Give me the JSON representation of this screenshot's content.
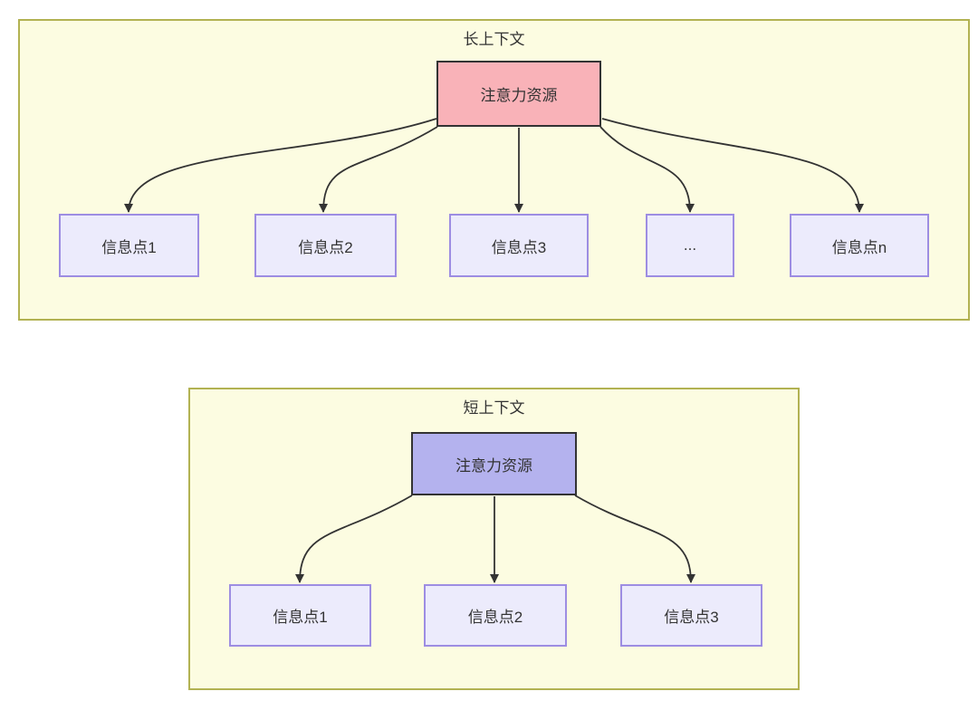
{
  "diagrams": [
    {
      "id": "long-context",
      "title": "长上下文",
      "attention_node": {
        "label": "注意力资源",
        "fill": "#f9b2b8",
        "border": "#333333"
      },
      "info_points": [
        "信息点1",
        "信息点2",
        "信息点3",
        "...",
        "信息点n"
      ]
    },
    {
      "id": "short-context",
      "title": "短上下文",
      "attention_node": {
        "label": "注意力资源",
        "fill": "#b4b2ee",
        "border": "#333333"
      },
      "info_points": [
        "信息点1",
        "信息点2",
        "信息点3"
      ]
    }
  ],
  "colors": {
    "container_background": "#fcfce1",
    "container_border": "#b2b252",
    "info_box_background": "#ecebfc",
    "info_box_border": "#9d8de2",
    "arrow": "#333333",
    "text": "#333333",
    "page_background": "#ffffff"
  }
}
